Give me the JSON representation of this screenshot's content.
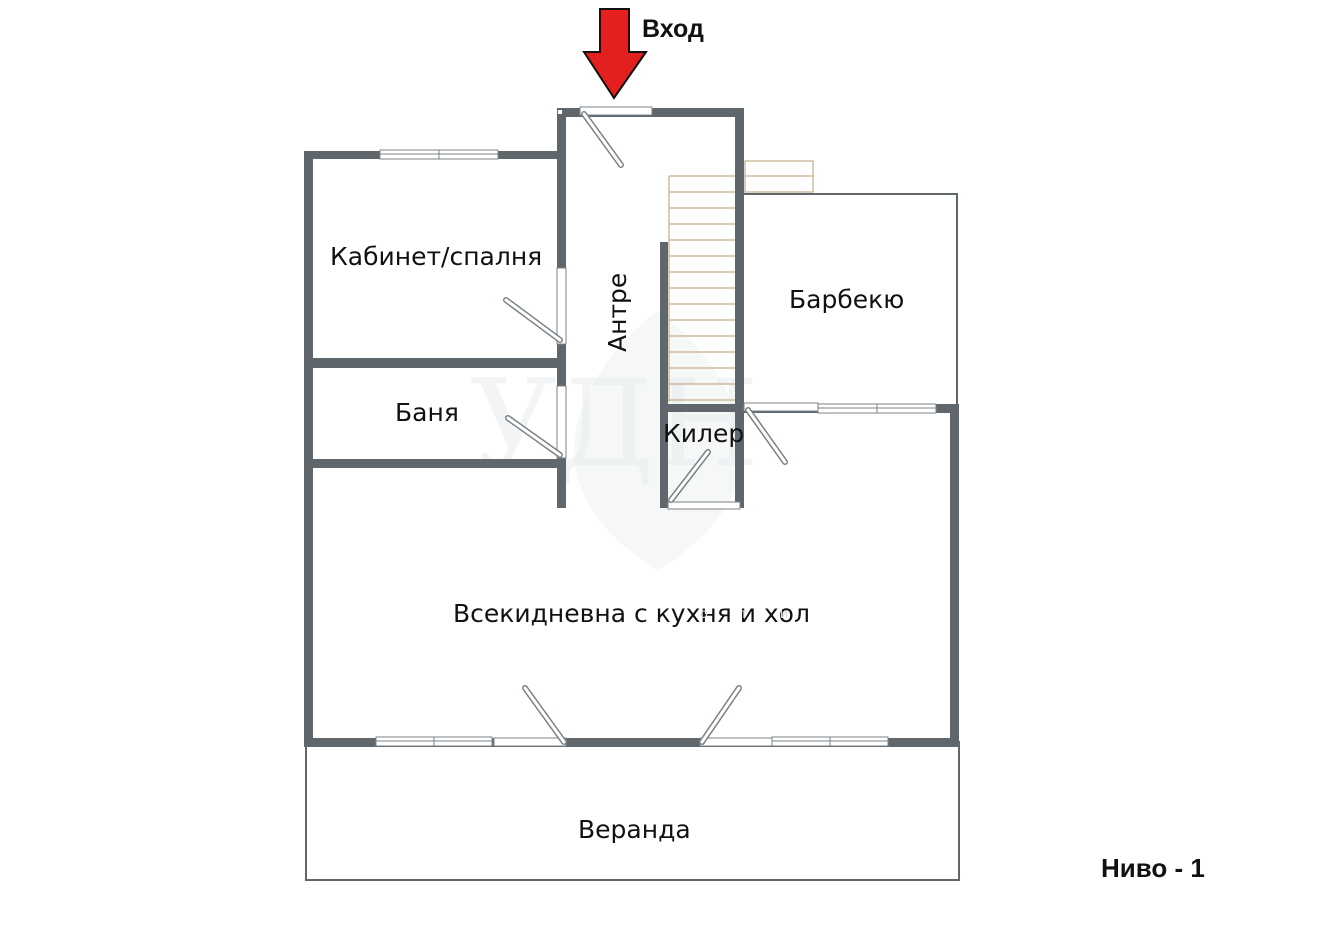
{
  "entry": {
    "label": "Вход",
    "arrow_color": "#e41f1f"
  },
  "rooms": {
    "office": "Кабинет/спалня",
    "hall": "Антре",
    "bbq": "Барбекю",
    "bath": "Баня",
    "pantry": "Килер",
    "living": "Всекидневна с кухня и хол",
    "veranda": "Веранда"
  },
  "level": {
    "label": "Ниво - 1"
  },
  "watermark": {
    "letters": "УДН"
  }
}
